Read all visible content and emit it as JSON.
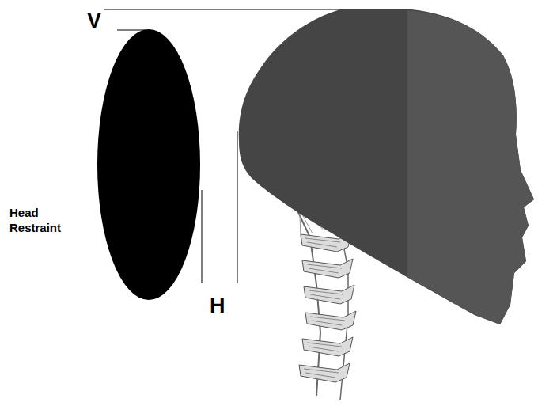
{
  "diagram": {
    "labels": [
      "V",
      "H",
      "Head Restraint"
    ]
  }
}
